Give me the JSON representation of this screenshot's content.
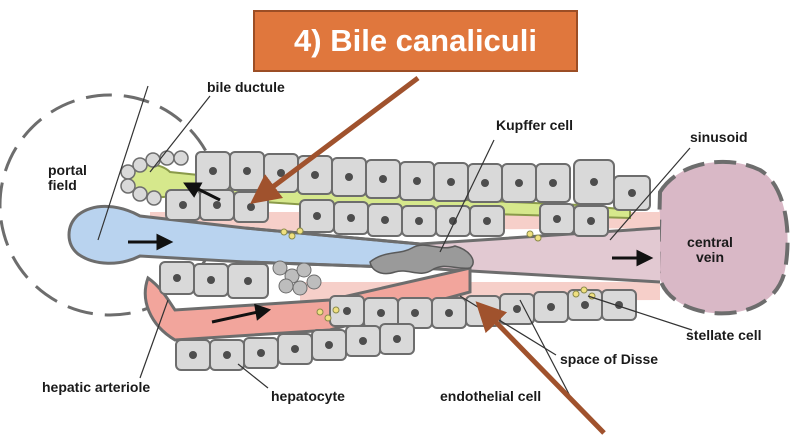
{
  "title": "4) Bile canaliculi",
  "labels": {
    "bile_ductule": "bile ductule",
    "portal_field": "portal field",
    "kupffer_cell": "Kupffer cell",
    "sinusoid": "sinusoid",
    "central_vein": "central vein",
    "stellate_cell": "stellate cell",
    "space_of_disse": "space of Disse",
    "hepatic_arteriole": "hepatic arteriole",
    "hepatocyte": "hepatocyte",
    "endothelial_cell": "endothelial cell"
  },
  "colors": {
    "title_box": "#e0773d",
    "arrow": "#a0522d",
    "bile": "#d6e88c",
    "portal_blood": "#b9d3ef",
    "arterial_blood": "#f2a59c",
    "central_vein": "#d9b8c6",
    "hepatocyte": "#d9d9d9"
  }
}
